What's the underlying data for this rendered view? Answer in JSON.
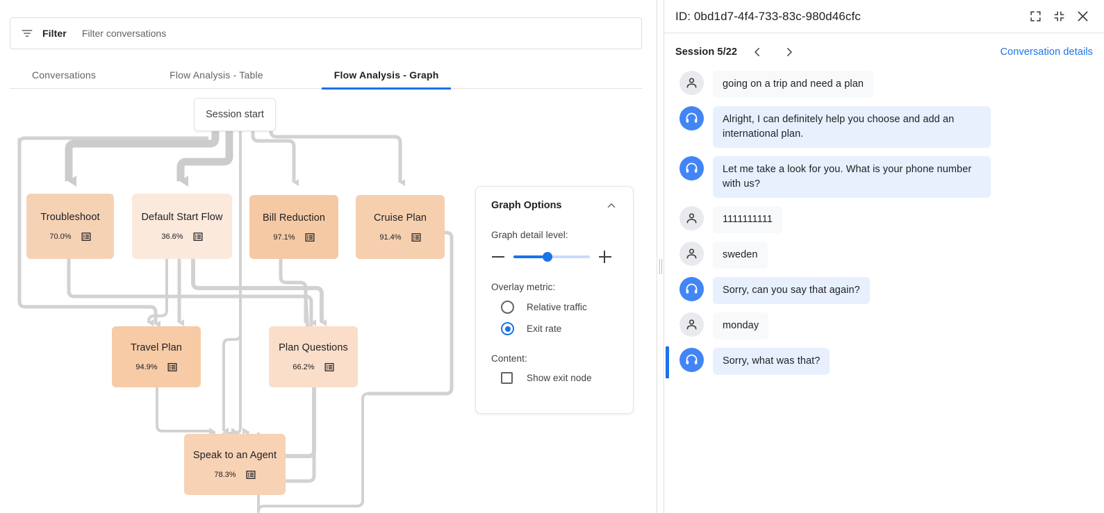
{
  "filter": {
    "icon": "filter-icon",
    "label": "Filter",
    "placeholder": "Filter conversations",
    "value": ""
  },
  "tabs": [
    {
      "label": "Conversations",
      "active": false
    },
    {
      "label": "Flow Analysis - Table",
      "active": false
    },
    {
      "label": "Flow Analysis - Graph",
      "active": true
    }
  ],
  "graph": {
    "start_node_label": "Session start",
    "accent_color": "#1a73e8",
    "edge_color": "#d2d2d2",
    "nodes": [
      {
        "id": "troubleshoot",
        "label": "Troubleshoot",
        "pct": "70.0%",
        "color": "#f6d2b5"
      },
      {
        "id": "default-start",
        "label": "Default Start Flow",
        "pct": "36.6%",
        "color": "#fbe9dc"
      },
      {
        "id": "bill-reduction",
        "label": "Bill Reduction",
        "pct": "97.1%",
        "color": "#f5c9a4"
      },
      {
        "id": "cruise-plan",
        "label": "Cruise Plan",
        "pct": "91.4%",
        "color": "#f6cfae"
      },
      {
        "id": "travel-plan",
        "label": "Travel Plan",
        "pct": "94.9%",
        "color": "#f6cba6"
      },
      {
        "id": "plan-questions",
        "label": "Plan Questions",
        "pct": "66.2%",
        "color": "#fadec9"
      },
      {
        "id": "speak-agent",
        "label": "Speak to an Agent",
        "pct": "78.3%",
        "color": "#f7d2b4"
      }
    ]
  },
  "graph_options": {
    "title": "Graph Options",
    "collapse_icon": "chevron-up-icon",
    "detail_level_label": "Graph detail level:",
    "slider_minus": "minus-icon",
    "slider_plus": "plus-icon",
    "slider_value": 38,
    "overlay_metric_label": "Overlay metric:",
    "overlay_options": [
      {
        "label": "Relative traffic",
        "selected": false
      },
      {
        "label": "Exit rate",
        "selected": true
      }
    ],
    "content_label": "Content:",
    "checkbox": {
      "label": "Show exit node",
      "checked": false
    }
  },
  "right_panel": {
    "id_text": "ID: 0bd1d7-4f4-733-83c-980d46cfc",
    "header_icons": [
      "expand-icon",
      "collapse-icon",
      "close-icon"
    ],
    "session_label": "Session 5/22",
    "prev_icon": "chevron-left-icon",
    "next_icon": "chevron-right-icon",
    "details_link": "Conversation details",
    "messages": [
      {
        "sender": "user",
        "text": "going on a trip and need a plan",
        "highlight": false
      },
      {
        "sender": "agent",
        "text": "Alright, I can definitely help you choose and add an international plan.",
        "highlight": false
      },
      {
        "sender": "agent",
        "text": "Let me take a look for you. What is your phone number with us?",
        "highlight": false
      },
      {
        "sender": "user",
        "text": "1111111111",
        "highlight": false
      },
      {
        "sender": "user",
        "text": "sweden",
        "highlight": false
      },
      {
        "sender": "agent",
        "text": "Sorry, can you say that again?",
        "highlight": false
      },
      {
        "sender": "user",
        "text": "monday",
        "highlight": false
      },
      {
        "sender": "agent",
        "text": "Sorry, what was that?",
        "highlight": true
      }
    ]
  }
}
